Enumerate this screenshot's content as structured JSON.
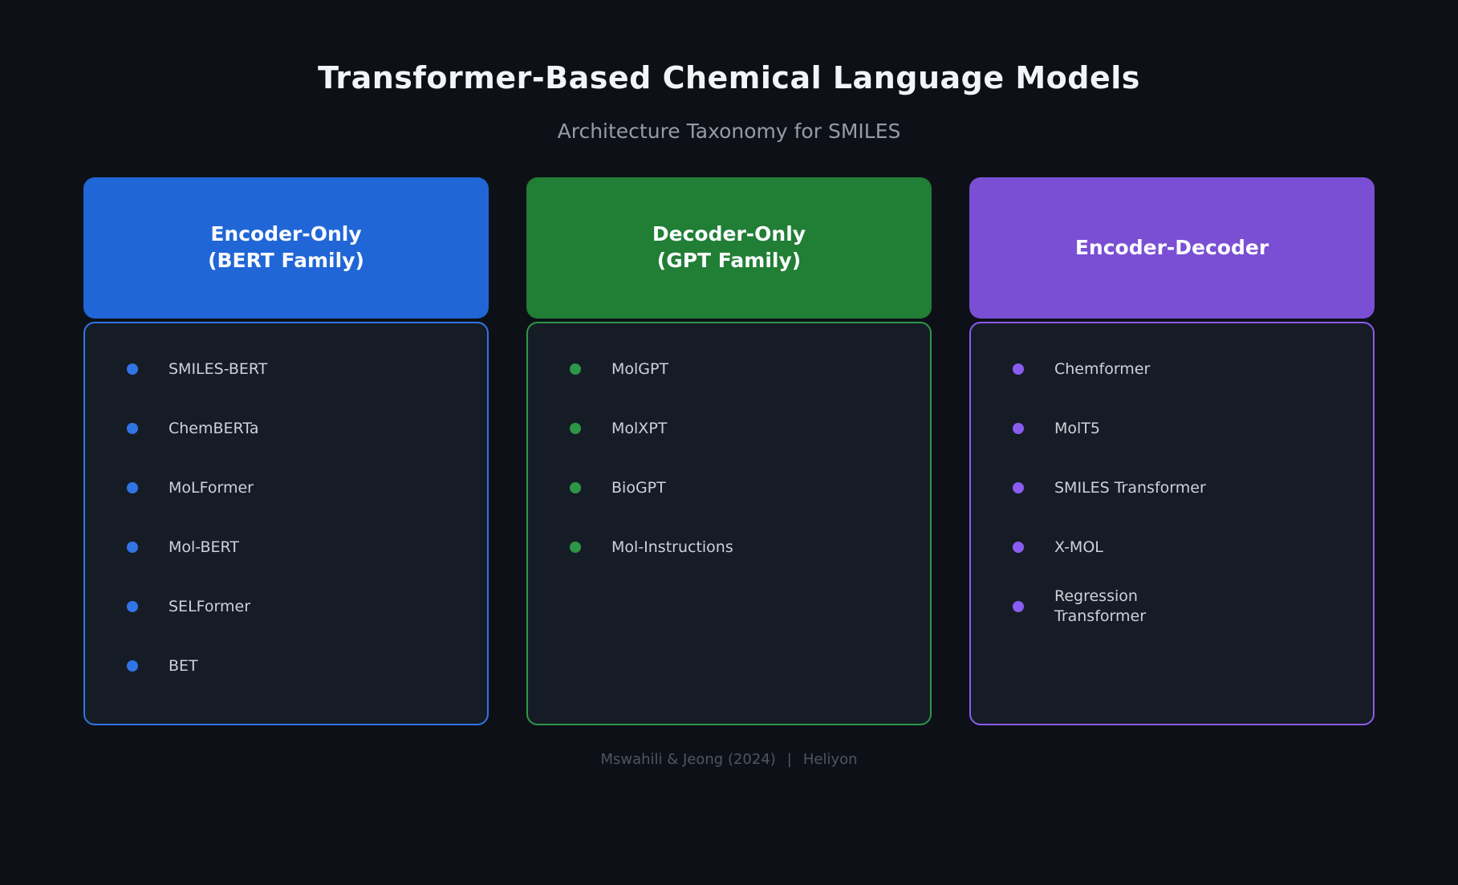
{
  "page": {
    "title": "Transformer-Based Chemical Language Models",
    "subtitle": "Architecture Taxonomy for SMILES"
  },
  "columns": [
    {
      "header_line1": "Encoder-Only",
      "header_line2": "(BERT Family)",
      "items": [
        "SMILES-BERT",
        "ChemBERTa",
        "MoLFormer",
        "Mol-BERT",
        "SELFormer",
        "BET"
      ]
    },
    {
      "header_line1": "Decoder-Only",
      "header_line2": "(GPT Family)",
      "items": [
        "MolGPT",
        "MolXPT",
        "BioGPT",
        "Mol-Instructions"
      ]
    },
    {
      "header_line1": "Encoder-Decoder",
      "header_line2": "",
      "items": [
        "Chemformer",
        "MolT5",
        "SMILES Transformer",
        "X-MOL",
        "Regression\nTransformer"
      ]
    }
  ],
  "footer": {
    "citation": "Mswahili & Jeong (2024)",
    "divider": "|",
    "source": "Heliyon"
  },
  "colors": {
    "background": "#0d1117",
    "panel_background": "#161c26",
    "subtitle_text": "#949ca6",
    "item_text": "#ccd2da",
    "footer_text": "#4d5660",
    "encoder_only_header": "#2066d6",
    "encoder_only_accent": "#3174e6",
    "decoder_only_header": "#217e35",
    "decoder_only_accent": "#2d9747",
    "encoder_decoder_header": "#7b4fd3",
    "encoder_decoder_accent": "#8a5cf0"
  }
}
